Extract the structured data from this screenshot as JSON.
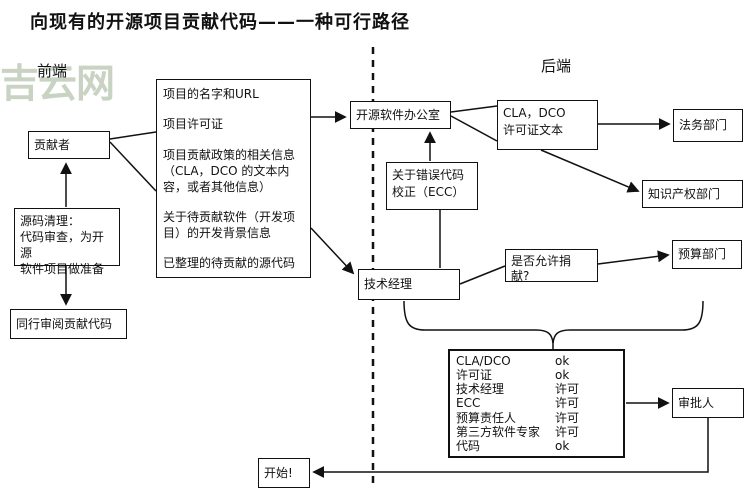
{
  "title": "向现有的开源项目贡献代码——一种可行路径",
  "watermark": "吉云网",
  "labels": {
    "front_end": "前端",
    "back_end": "后端"
  },
  "nodes": {
    "contributor": {
      "label": "贡献者"
    },
    "source_cleanup": {
      "label": "源码清理：\n代码审查，为开源\n软件项目做准备"
    },
    "peer_review": {
      "label": "同行审阅贡献代码"
    },
    "oss_office": {
      "label": "开源软件办公室"
    },
    "cla_dco_text": {
      "label": "CLA，DCO\n许可证文本"
    },
    "ecc": {
      "label": "关于错误代码\n校正（ECC）"
    },
    "tech_manager": {
      "label": "技术经理"
    },
    "donation_question": {
      "label": "是否允许捐\n献?"
    },
    "legal_dept": {
      "label": "法务部门"
    },
    "ip_dept": {
      "label": "知识产权部门"
    },
    "budget_dept": {
      "label": "预算部门"
    },
    "approver": {
      "label": "审批人"
    },
    "start": {
      "label": "开始!"
    }
  },
  "info_package": {
    "items": [
      "项目的名字和URL",
      "项目许可证",
      "项目贡献政策的相关信息\n（CLA，DCO 的文本内\n容，或者其他信息）",
      "关于待贡献软件（开发项\n目）的开发背景信息",
      "已整理的待贡献的源代码"
    ]
  },
  "checklist": {
    "rows": [
      {
        "label": "CLA/DCO",
        "status": "ok"
      },
      {
        "label": "许可证",
        "status": "ok"
      },
      {
        "label": "技术经理",
        "status": "许可"
      },
      {
        "label": "ECC",
        "status": "许可"
      },
      {
        "label": "预算责任人",
        "status": "许可"
      },
      {
        "label": "第三方软件专家",
        "status": "许可"
      },
      {
        "label": "代码",
        "status": "ok"
      }
    ]
  },
  "colors": {
    "stroke": "#111111",
    "watermark": "#c9d3c4",
    "background": "#ffffff"
  }
}
